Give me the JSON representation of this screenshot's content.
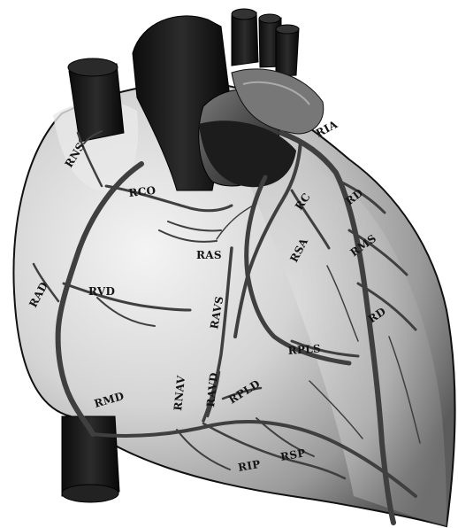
{
  "figure": {
    "subject": "heart-coronary-arteries-anterior-view",
    "colors": {
      "background": "#ffffff",
      "vessel_dark": "#1a1a1a",
      "heart_light": "#e2e2e2",
      "heart_mid": "#9a9a9a",
      "artery": "#454545"
    }
  },
  "labels": {
    "ria": "RIA",
    "rns": "RNS",
    "rco": "RCO",
    "rc": "RC",
    "rd_upper": "RD",
    "rms": "RMS",
    "rsa": "RSA",
    "ras": "RAS",
    "rad": "RAD",
    "rvd": "RVD",
    "ravs": "RAVS",
    "rd_lower": "RD",
    "rpls": "RPLS",
    "rmd": "RMD",
    "rnav": "RNAV",
    "ravd": "RAVD",
    "rpld": "RPLD",
    "rip": "RIP",
    "rsp": "RSP"
  }
}
